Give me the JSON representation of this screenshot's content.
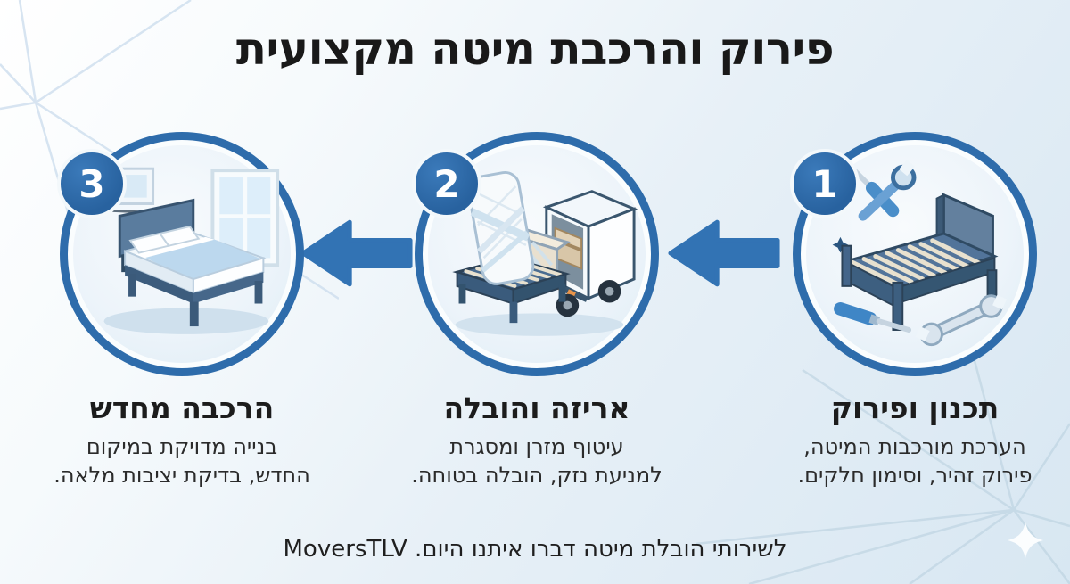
{
  "title": "פירוק והרכבת מיטה מקצועית",
  "steps": [
    {
      "number": "1",
      "heading": "תכנון ופירוק",
      "body_lines": [
        "הערכת מורכבות המיטה,",
        "פירוק זהיר, וסימון חלקים."
      ],
      "illustration": "bed-frame-with-tools"
    },
    {
      "number": "2",
      "heading": "אריזה והובלה",
      "body_lines": [
        "עיטוף מזרן ומסגרת",
        "למניעת נזק, הובלה בטוחה."
      ],
      "illustration": "wrapped-mattress-and-moving-truck"
    },
    {
      "number": "3",
      "heading": "הרכבה מחדש",
      "body_lines": [
        "בנייה מדויקת במיקום",
        "החדש, בדיקת יציבות מלאה."
      ],
      "illustration": "assembled-bed-in-bedroom"
    }
  ],
  "footer": {
    "text": "לשירותי הובלת מיטה דברו איתנו היום. MoversTLV"
  },
  "colors": {
    "accent_blue": "#2e6cab",
    "arrow_blue": "#3273b4",
    "badge_blue": "#2b67a8",
    "title_text": "#191919",
    "body_text": "#2b2b2b",
    "background_light": "#f7fbfd",
    "background_blue": "#d8e7f2",
    "sparkle_white": "#fbfdfe"
  }
}
